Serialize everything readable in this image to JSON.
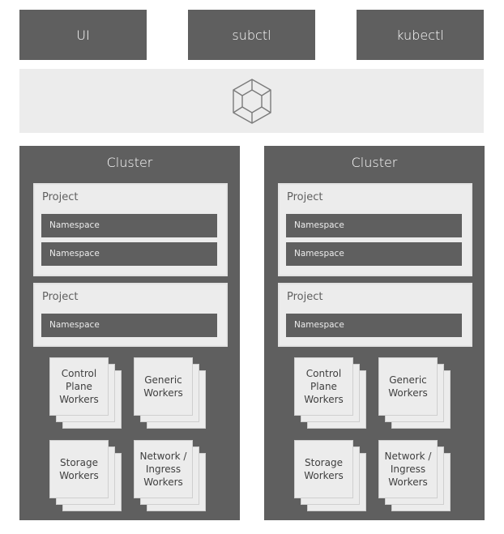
{
  "top_boxes": [
    "UI",
    "subctl",
    "kubectl"
  ],
  "clusters": [
    {
      "title": "Cluster",
      "projects": [
        {
          "label": "Project",
          "namespaces": [
            "Namespace",
            "Namespace"
          ]
        },
        {
          "label": "Project",
          "namespaces": [
            "Namespace"
          ]
        }
      ],
      "workers": [
        "Control Plane Workers",
        "Generic Workers",
        "Storage Workers",
        "Network / Ingress Workers"
      ]
    },
    {
      "title": "Cluster",
      "projects": [
        {
          "label": "Project",
          "namespaces": [
            "Namespace",
            "Namespace"
          ]
        },
        {
          "label": "Project",
          "namespaces": [
            "Namespace"
          ]
        }
      ],
      "workers": [
        "Control Plane Workers",
        "Generic Workers",
        "Storage Workers",
        "Network / Ingress Workers"
      ]
    }
  ],
  "icons": {
    "band": "cube-icon"
  },
  "colors": {
    "dark": "#5f5f5f",
    "light": "#ececec"
  }
}
